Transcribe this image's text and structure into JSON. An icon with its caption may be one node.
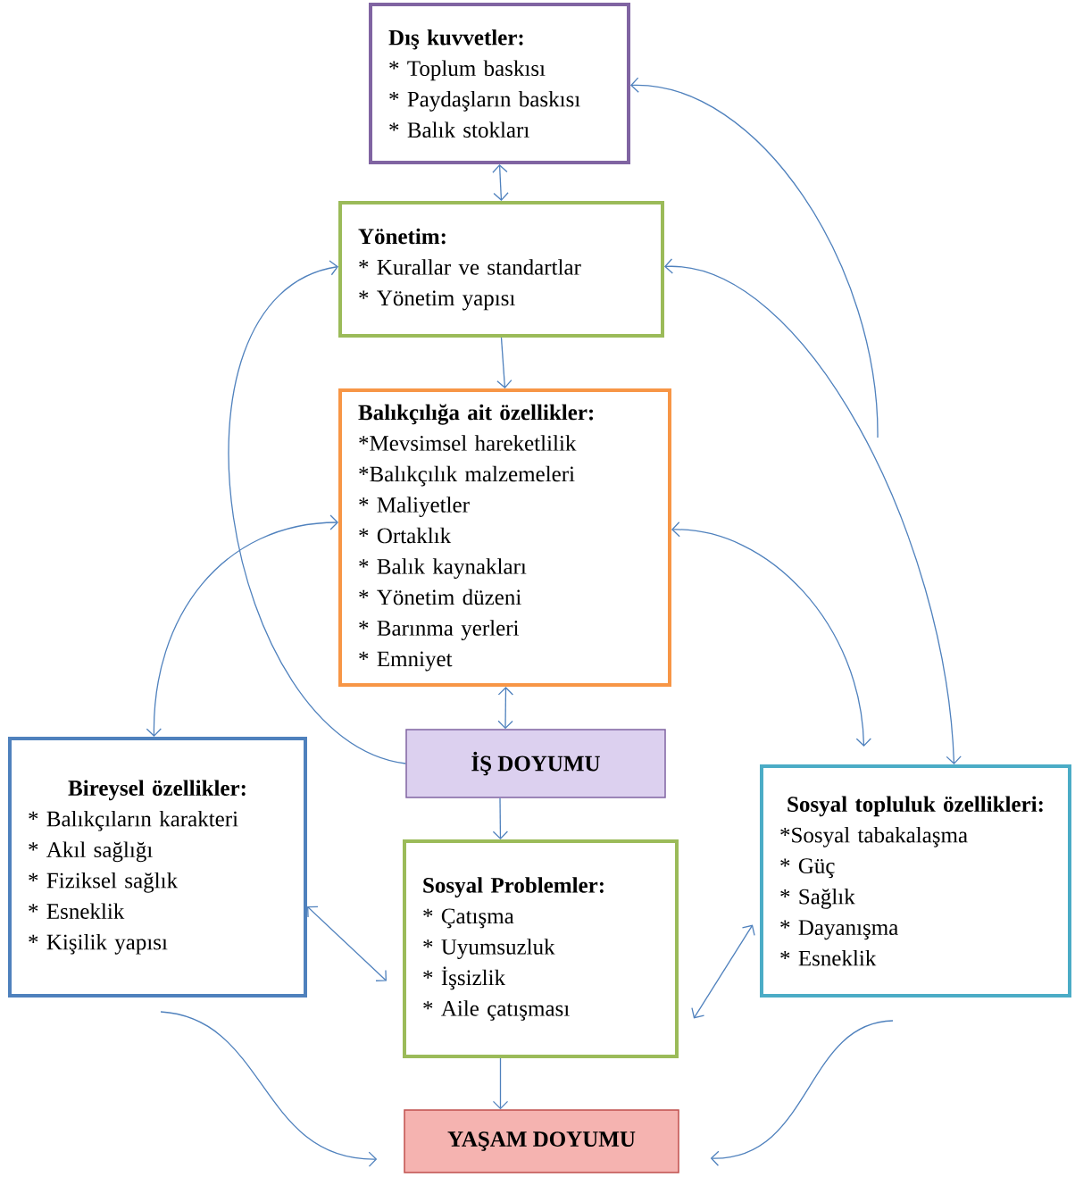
{
  "diagram": {
    "nodes": [
      {
        "text": [
          "Dış kuvvetler:",
          "* Toplum baskısı",
          "* Paydaşların baskısı",
          "* Balık stokları"
        ]
      },
      {
        "text": [
          "Yönetim:",
          "* Kurallar ve standartlar",
          "* Yönetim yapısı"
        ]
      },
      {
        "text": [
          "Balıkçılığa ait özellikler:",
          "*Mevsimsel hareketlilik",
          "*Balıkçılık malzemeleri",
          "* Maliyetler",
          "* Ortaklık",
          "* Balık kaynakları",
          "* Yönetim düzeni",
          "* Barınma yerleri",
          "* Emniyet"
        ]
      },
      {
        "text": [
          "İŞ DOYUMU"
        ]
      },
      {
        "text": [
          "Bireysel özellikler:",
          "* Balıkçıların karakteri",
          "* Akıl sağlığı",
          "* Fiziksel sağlık",
          "* Esneklik",
          "* Kişilik yapısı"
        ]
      },
      {
        "text": [
          "Sosyal topluluk özellikleri:",
          "*Sosyal tabakalaşma",
          "* Güç",
          "* Sağlık",
          "* Dayanışma",
          "* Esneklik"
        ]
      },
      {
        "text": [
          "Sosyal Problemler:",
          "* Çatışma",
          "* Uyumsuzluk",
          "* İşsizlik",
          "* Aile çatışması"
        ]
      },
      {
        "text": [
          "YAŞAM DOYUMU"
        ]
      }
    ],
    "edges": [
      {
        "from": 0,
        "to": 1,
        "arrow": "both"
      },
      {
        "from": 1,
        "to": 2,
        "arrow": "to"
      },
      {
        "from": 2,
        "to": 3,
        "arrow": "both"
      },
      {
        "from": 3,
        "to": 6,
        "arrow": "to"
      },
      {
        "from": 6,
        "to": 7,
        "arrow": "to"
      },
      {
        "from": 3,
        "to": 1,
        "arrow": "to"
      },
      {
        "from": 4,
        "to": 2,
        "arrow": "both"
      },
      {
        "from": 2,
        "to": 5,
        "arrow": "both"
      },
      {
        "from": null,
        "to": 0,
        "arrow": "to"
      },
      {
        "from": 1,
        "to": 5,
        "arrow": "both"
      },
      {
        "from": 4,
        "to": 6,
        "arrow": "both"
      },
      {
        "from": 5,
        "to": 6,
        "arrow": "both"
      },
      {
        "from": null,
        "to": 7,
        "arrow": "to"
      },
      {
        "from": null,
        "to": 7,
        "arrow": "to"
      }
    ]
  }
}
